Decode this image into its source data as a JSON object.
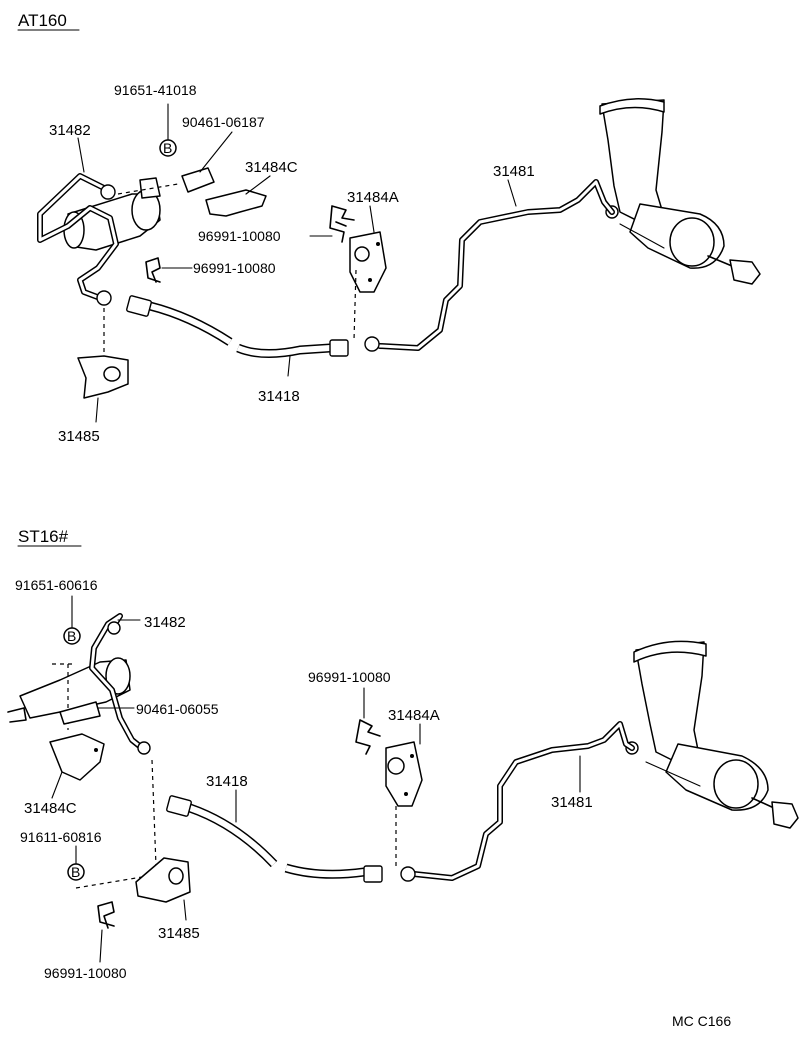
{
  "sections": [
    {
      "id": "at160",
      "heading": "AT160",
      "labels": {
        "pn_91651_41018": "91651-41018",
        "pn_90461_06187": "90461-06187",
        "pn_31482": "31482",
        "pn_31484C": "31484C",
        "pn_31481": "31481",
        "pn_31484A": "31484A",
        "pn_96991_10080_a": "96991-10080",
        "pn_96991_10080_b": "96991-10080",
        "pn_31418": "31418",
        "pn_31485": "31485",
        "bolt_badge": "B"
      }
    },
    {
      "id": "st16",
      "heading": "ST16#",
      "labels": {
        "pn_91651_60616": "91651-60616",
        "pn_31482": "31482",
        "pn_90461_06055": "90461-06055",
        "pn_31484C": "31484C",
        "pn_96991_10080_a": "96991-10080",
        "pn_31484A": "31484A",
        "pn_31418": "31418",
        "pn_31481": "31481",
        "pn_91611_60816": "91611-60816",
        "pn_31485": "31485",
        "pn_96991_10080_b": "96991-10080",
        "bolt_badge_top": "B",
        "bolt_badge_bottom": "B"
      }
    }
  ],
  "footer": {
    "code": "MC C166"
  }
}
